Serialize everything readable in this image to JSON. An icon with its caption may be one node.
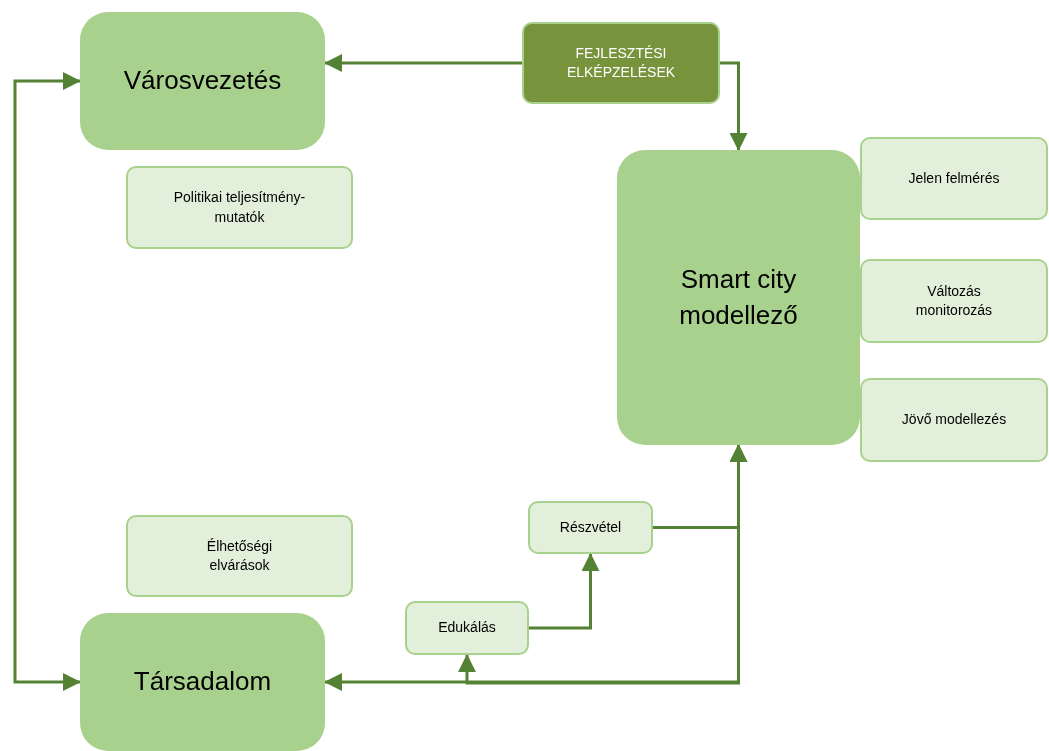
{
  "diagram": {
    "nodes": [
      {
        "text": [
          "Városvezetés"
        ]
      },
      {
        "text": [
          "FEJLESZTÉSI ELKÉPZELÉSEK"
        ]
      },
      {
        "text": [
          "Politikai teljesítmény-mutatók"
        ]
      },
      {
        "text": [
          "Smart city modellező"
        ]
      },
      {
        "text": [
          "Jelen felmérés"
        ]
      },
      {
        "text": [
          "Változás monitorozás"
        ]
      },
      {
        "text": [
          "Jövő modellezés"
        ]
      },
      {
        "text": [
          "Élhetőségi elvárások"
        ]
      },
      {
        "text": [
          "Részvétel"
        ]
      },
      {
        "text": [
          "Edukálás"
        ]
      },
      {
        "text": [
          "Társadalom"
        ]
      }
    ],
    "edges": [
      {
        "from": 1,
        "to": 0,
        "arrow": "to"
      },
      {
        "from": 1,
        "to": 3,
        "arrow": "to"
      },
      {
        "from": 0,
        "to": 10,
        "arrow": "both"
      },
      {
        "from": 3,
        "to": 10,
        "arrow": "both"
      },
      {
        "from": 3,
        "to": 9,
        "arrow": "to"
      },
      {
        "from": 9,
        "to": 8,
        "arrow": "to"
      },
      {
        "from": 8,
        "to": 3,
        "arrow": "to"
      }
    ]
  }
}
